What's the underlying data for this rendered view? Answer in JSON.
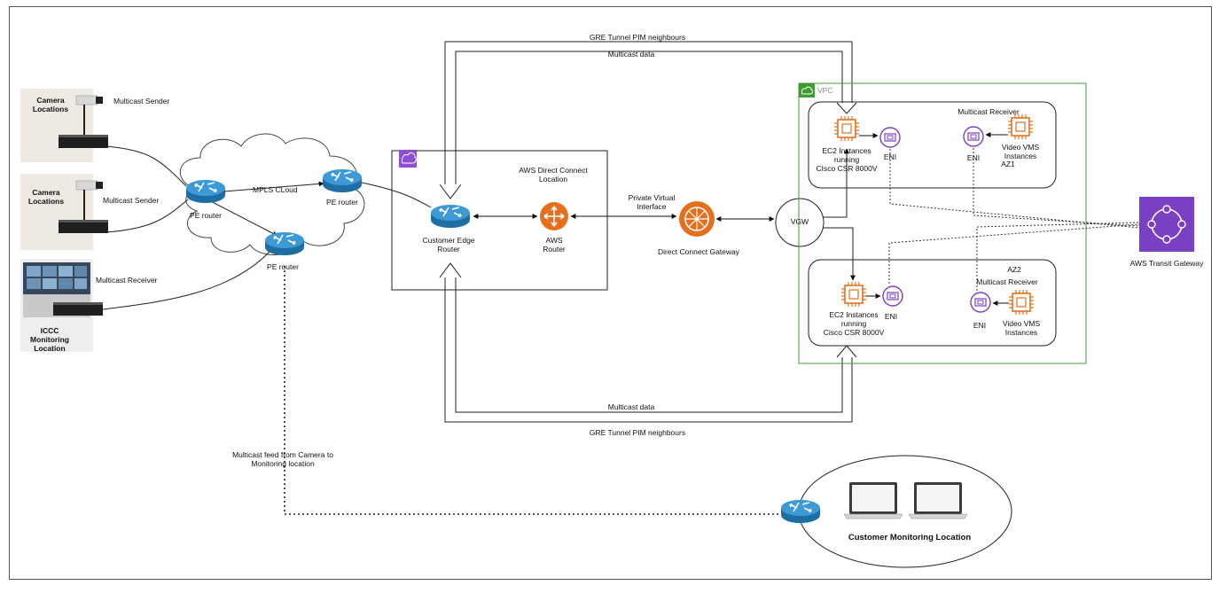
{
  "labels": {
    "camera_locations_1": "Camera\nLocations",
    "camera_locations_2": "Camera\nLocations",
    "multicast_sender_1": "Multicast Sender",
    "multicast_sender_2": "Multicast Sender",
    "multicast_receiver_left": "Multicast Receiver",
    "iccc": "ICCC\nMonitoring\nLocation",
    "pe_router_1": "PE router",
    "pe_router_2": "PE router",
    "pe_router_3": "PE router",
    "mpls_cloud": "MPLS CLoud",
    "gre_top": "GRE Tunnel PIM neighbours",
    "multicast_data_top": "Multicast data",
    "gre_bottom": "GRE Tunnel PIM neighbours",
    "multicast_data_bottom": "Multicast data",
    "dx_location": "AWS Direct Connect\nLocation",
    "customer_edge_router": "Customer Edge\nRouter",
    "aws_router": "AWS\nRouter",
    "private_vif": "Private Virtual\nInterface",
    "dx_gateway": "Direct Connect Gateway",
    "vgw": "VGW",
    "vpc": "VPC",
    "az1": "AZ1",
    "az2": "AZ2",
    "mc_receiver_az1": "Multicast Receiver",
    "mc_receiver_az2": "Multicast Receiver",
    "ec2_az1": "EC2 Instances\nrunning\nCIsco CSR 8000V",
    "ec2_az2": "EC2 Instances\nrunning\nCisco CSR 8000V",
    "eni_az1_a": "ENI",
    "eni_az1_b": "ENI",
    "eni_az2_a": "ENI",
    "eni_az2_b": "ENI",
    "video_vms_az1": "Video VMS\nInstances",
    "video_vms_az2": "Video VMS\nInstances",
    "tgw": "AWS Transit Gateway",
    "multicast_feed": "Multicast feed from Camera to\nMonitoring location",
    "customer_monitoring": "Customer Monitoring Location"
  },
  "colors": {
    "router_blue": "#2d86c2",
    "aws_orange": "#e4701e",
    "vpc_green": "#3f9c35",
    "eni_purple": "#7b3fc4",
    "tgw_purple": "#7b3fc4",
    "dx_purple": "#8c4fd6"
  },
  "icons": [
    "router-icon",
    "cloud-shape",
    "ec2-chip-icon",
    "eni-icon",
    "transit-gateway-icon",
    "dx-location-icon",
    "laptop-icon",
    "camera-icon",
    "vpc-cloud-icon"
  ]
}
